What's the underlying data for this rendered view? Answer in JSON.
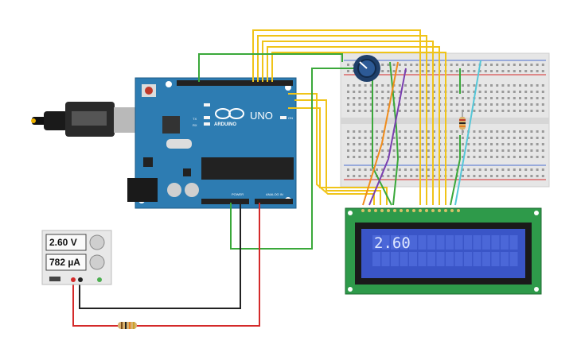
{
  "supply": {
    "voltage": "2.60 V",
    "current": "782 µA"
  },
  "arduino": {
    "brand": "ARDUINO",
    "model": "UNO",
    "power_label": "POWER",
    "analog_label": "ANALOG IN",
    "tx": "TX",
    "rx": "RX",
    "on": "ON"
  },
  "lcd": {
    "display_text": "2.60"
  },
  "colors": {
    "arduino_board": "#2d7cb2",
    "lcd_board": "#2e9a4a",
    "lcd_screen": "#3a55c7",
    "breadboard": "#e6e6e6",
    "wire_yellow": "#f0c419",
    "wire_green": "#3aa83a",
    "wire_red": "#d42a2a",
    "wire_black": "#222222",
    "wire_orange": "#f08c1c",
    "wire_purple": "#7a3fb0",
    "wire_cyan": "#55c7d8"
  }
}
